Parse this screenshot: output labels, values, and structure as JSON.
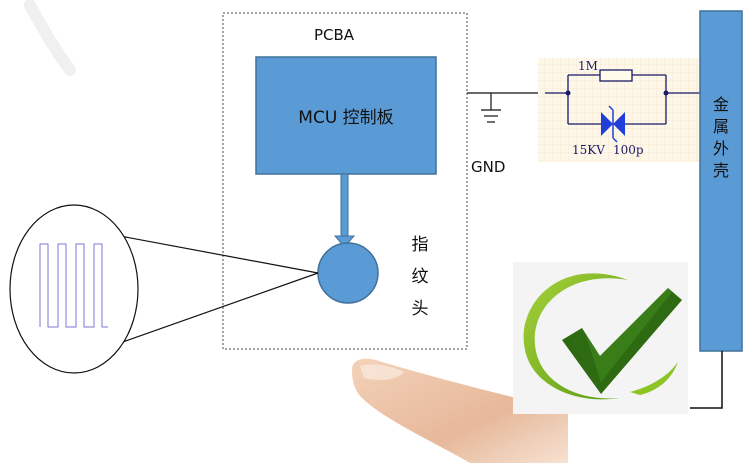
{
  "pcba_label": "PCBA",
  "mcu_label": "MCU 控制板",
  "sensor_label": [
    "指",
    "纹",
    "头"
  ],
  "gnd_label": "GND",
  "resistor_label": "1M",
  "tvs_voltage_label": "15KV",
  "tvs_capacitance_label": "100p",
  "metal_shell_label": [
    "金",
    "属",
    "外",
    "壳"
  ],
  "colors": {
    "block_fill": "#5b9bd5",
    "block_stroke": "#41719c",
    "tvs_blue": "#1f3fd8",
    "check_dark": "#2d6a12",
    "check_light": "#7fbf1f",
    "grid_bg": "#fdf7ea",
    "grid_line": "#f3dcb8",
    "waveform": "#7a7ad8"
  }
}
